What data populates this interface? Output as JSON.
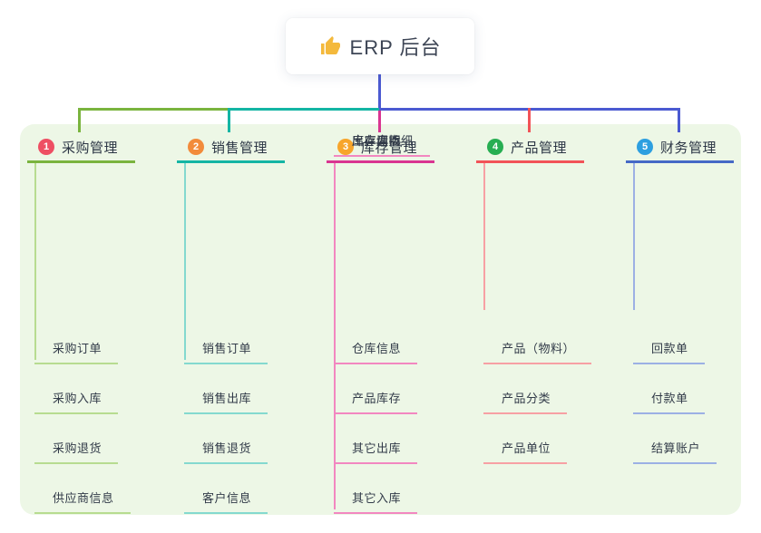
{
  "root": {
    "title": "ERP 后台",
    "icon": "thumbs-up-icon",
    "icon_color": "#f4b93c"
  },
  "palette": {
    "root_connector": "#4b5ad1",
    "panel_background": "#edf7e6",
    "canvas_background": "#ffffff"
  },
  "branches": [
    {
      "index": "1",
      "label": "采购管理",
      "badge_color": "#ee4f63",
      "line_color": "#7ab43e",
      "child_line_color": "#b7dc90",
      "children": [
        "采购订单",
        "采购入库",
        "采购退货",
        "供应商信息"
      ]
    },
    {
      "index": "2",
      "label": "销售管理",
      "badge_color": "#f28b3b",
      "line_color": "#14b5a4",
      "child_line_color": "#84d9cf",
      "children": [
        "销售订单",
        "销售出库",
        "销售退货",
        "客户信息"
      ]
    },
    {
      "index": "3",
      "label": "库存管理",
      "badge_color": "#f7a52b",
      "line_color": "#d93591",
      "child_line_color": "#f287c0",
      "children": [
        "仓库信息",
        "产品库存",
        "其它出库",
        "其它入库",
        "库存调拨",
        "库存盘点",
        "出库库明细"
      ]
    },
    {
      "index": "4",
      "label": "产品管理",
      "badge_color": "#27ae52",
      "line_color": "#f25358",
      "child_line_color": "#f7a0a4",
      "children": [
        "产品（物料）",
        "产品分类",
        "产品单位"
      ]
    },
    {
      "index": "5",
      "label": "财务管理",
      "badge_color": "#2d9fe0",
      "line_color": "#4569c6",
      "child_line_color": "#9cb0e4",
      "children": [
        "回款单",
        "付款单",
        "结算账户"
      ]
    }
  ]
}
